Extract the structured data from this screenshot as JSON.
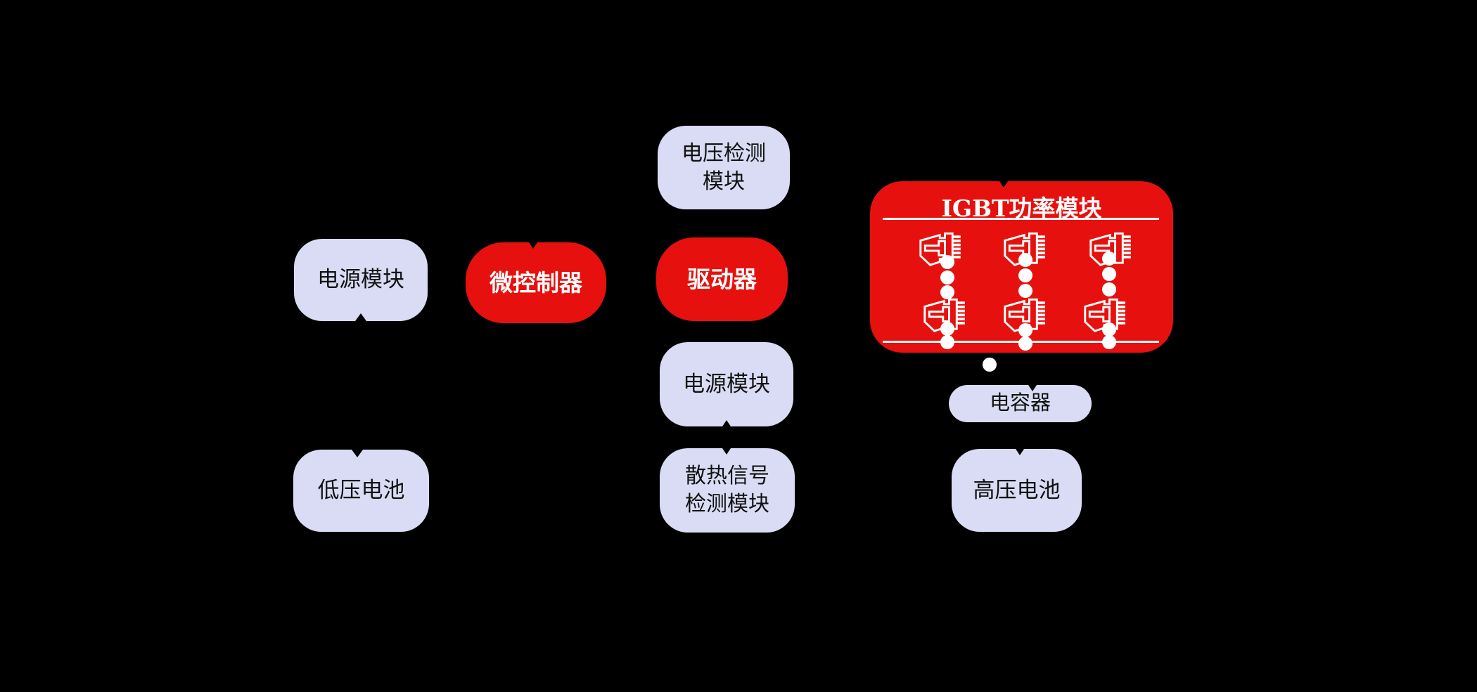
{
  "diagram": {
    "background_color": "#000000",
    "accent_red": "#e6110e",
    "node_fill": "#d9dcf4",
    "nodes": {
      "power_module_left": {
        "label": "电源模块"
      },
      "microcontroller": {
        "label": "微控制器"
      },
      "driver": {
        "label": "驱动器"
      },
      "voltage_detection": {
        "line1": "电压检测",
        "line2": "模块"
      },
      "power_module_mid": {
        "label": "电源模块"
      },
      "thermal_signal": {
        "line1": "散热信号",
        "line2": "检测模块"
      },
      "low_voltage_battery": {
        "label": "低压电池"
      },
      "capacitor": {
        "label": "电容器"
      },
      "high_voltage_battery": {
        "label": "高压电池"
      },
      "igbt_module": {
        "title": "IGBT功率模块",
        "transistor_rows": 2,
        "transistor_cols": 3
      }
    }
  }
}
